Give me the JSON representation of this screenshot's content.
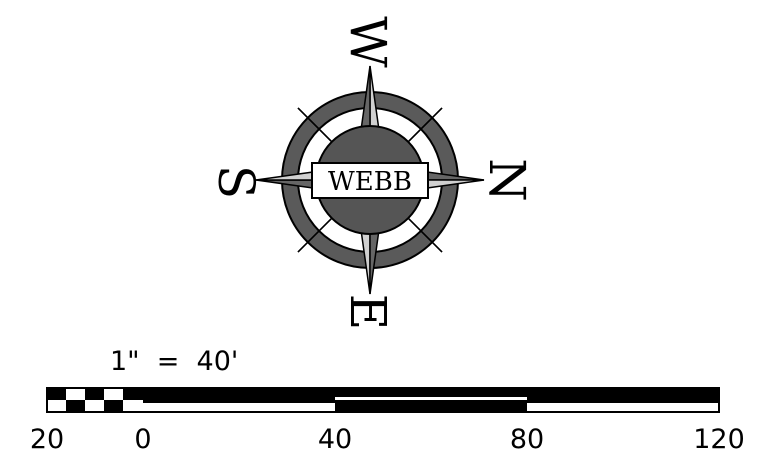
{
  "compass": {
    "center_label": "WEBB",
    "north": "N",
    "south": "S",
    "east": "E",
    "west": "W",
    "colors": {
      "ring": "#5a5a5a",
      "band": "#555555",
      "point_dark": "#666666",
      "point_light": "#d0d0d0",
      "ink": "#000000"
    }
  },
  "scale_bar": {
    "ratio_text": "1\"  =  40'",
    "tick_labels": [
      "20",
      "0",
      "40",
      "80",
      "120"
    ],
    "ticks_feet": [
      -20,
      0,
      40,
      80,
      120
    ]
  }
}
